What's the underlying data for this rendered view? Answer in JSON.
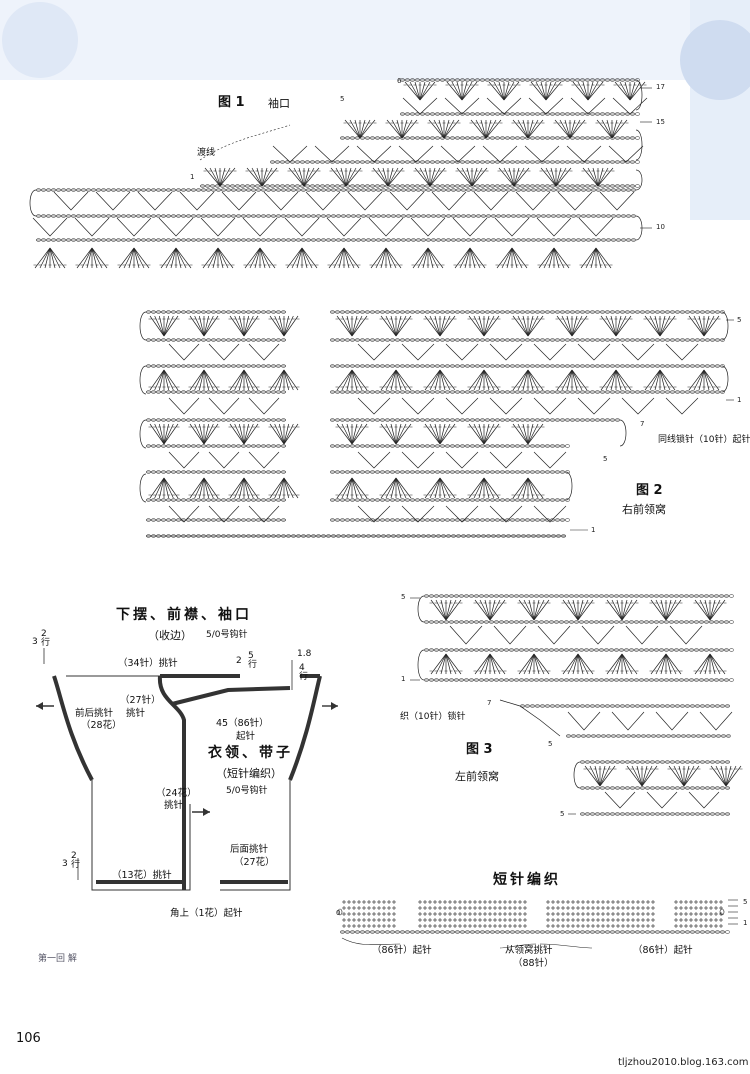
{
  "page_number": "106",
  "watermark": "tljzhou2010.blog.163.com",
  "figure1": {
    "title": "图 1",
    "subtitle": "袖口",
    "join_label": "渡线",
    "row_marks": [
      "6",
      "5",
      "1",
      "17",
      "15",
      "10"
    ]
  },
  "figure2": {
    "title": "图 2",
    "subtitle": "右前领窝",
    "start_label": "同线锁针（10针）起针",
    "row_marks": [
      "5",
      "1",
      "7",
      "5",
      "1"
    ]
  },
  "figure3": {
    "title": "图 3",
    "subtitle": "左前领窝",
    "start_label": "织（10针）锁针",
    "row_marks": [
      "5",
      "1",
      "7",
      "5",
      "5"
    ]
  },
  "schematic_hem": {
    "heading": "下摆、前襟、袖口",
    "method": "（收边）",
    "hook": "5/0号钩针",
    "labels": {
      "side_rows": "3",
      "side_rows_unit": "2\n行",
      "sleeve_pick": "（34针）挑针",
      "sleeve_rows_value": "2",
      "sleeve_rows_unit": "5\n行",
      "cuff_value": "1.8",
      "cuff_unit": "4\n行",
      "front_back_pick": "前后挑针",
      "front_back_count": "（28花）",
      "neck_pick_count": "（27针）",
      "neck_pick": "挑针",
      "collar_start_count": "45（86针）",
      "collar_start": "起针"
    }
  },
  "schematic_collar": {
    "heading": "衣领、带子",
    "method": "（短针编织）",
    "hook": "5/0号钩针",
    "labels": {
      "front_pick_count": "（24花）",
      "front_pick": "挑针",
      "hem_rows_value": "3",
      "hem_rows_unit": "2\n行",
      "hem_pick": "（13花）挑针",
      "back_pick": "后面挑针",
      "back_count": "（27花）",
      "corner_start": "角上（1花）起针"
    }
  },
  "short_stitch": {
    "heading": "短针编织",
    "left_start": "（86针）起针",
    "center_pick": "从领窝挑针",
    "center_count": "（88针）",
    "right_start": "（86针）起针",
    "row_marks": [
      "5",
      "1",
      "0"
    ]
  },
  "bottom_left_note": "第一回 解"
}
